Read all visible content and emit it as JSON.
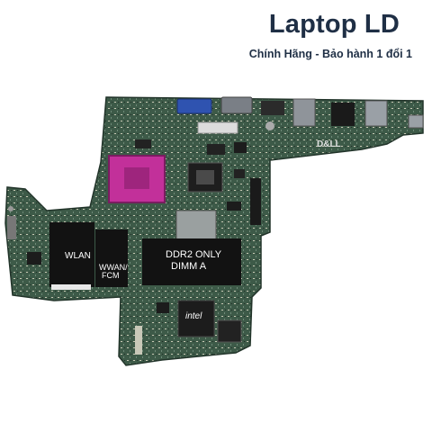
{
  "brand": {
    "title": "Laptop LD",
    "subtitle": "Chính Hãng - Bảo hành 1 đổi 1"
  },
  "board_labels": {
    "wlan": "WLAN",
    "wwan_line1": "WWAN/",
    "wwan_line2": "FCM",
    "ddr2": "DDR2 ONLY",
    "dimm": "DIMM A",
    "intel": "intel",
    "dell": "D&LL"
  },
  "colors": {
    "pcb": "#3d5a48",
    "pcb_dark": "#2a4034",
    "socket": "#c2309a",
    "slot": "#121212",
    "vga": "#2f53b0",
    "brand_text": "#1f2f45"
  }
}
